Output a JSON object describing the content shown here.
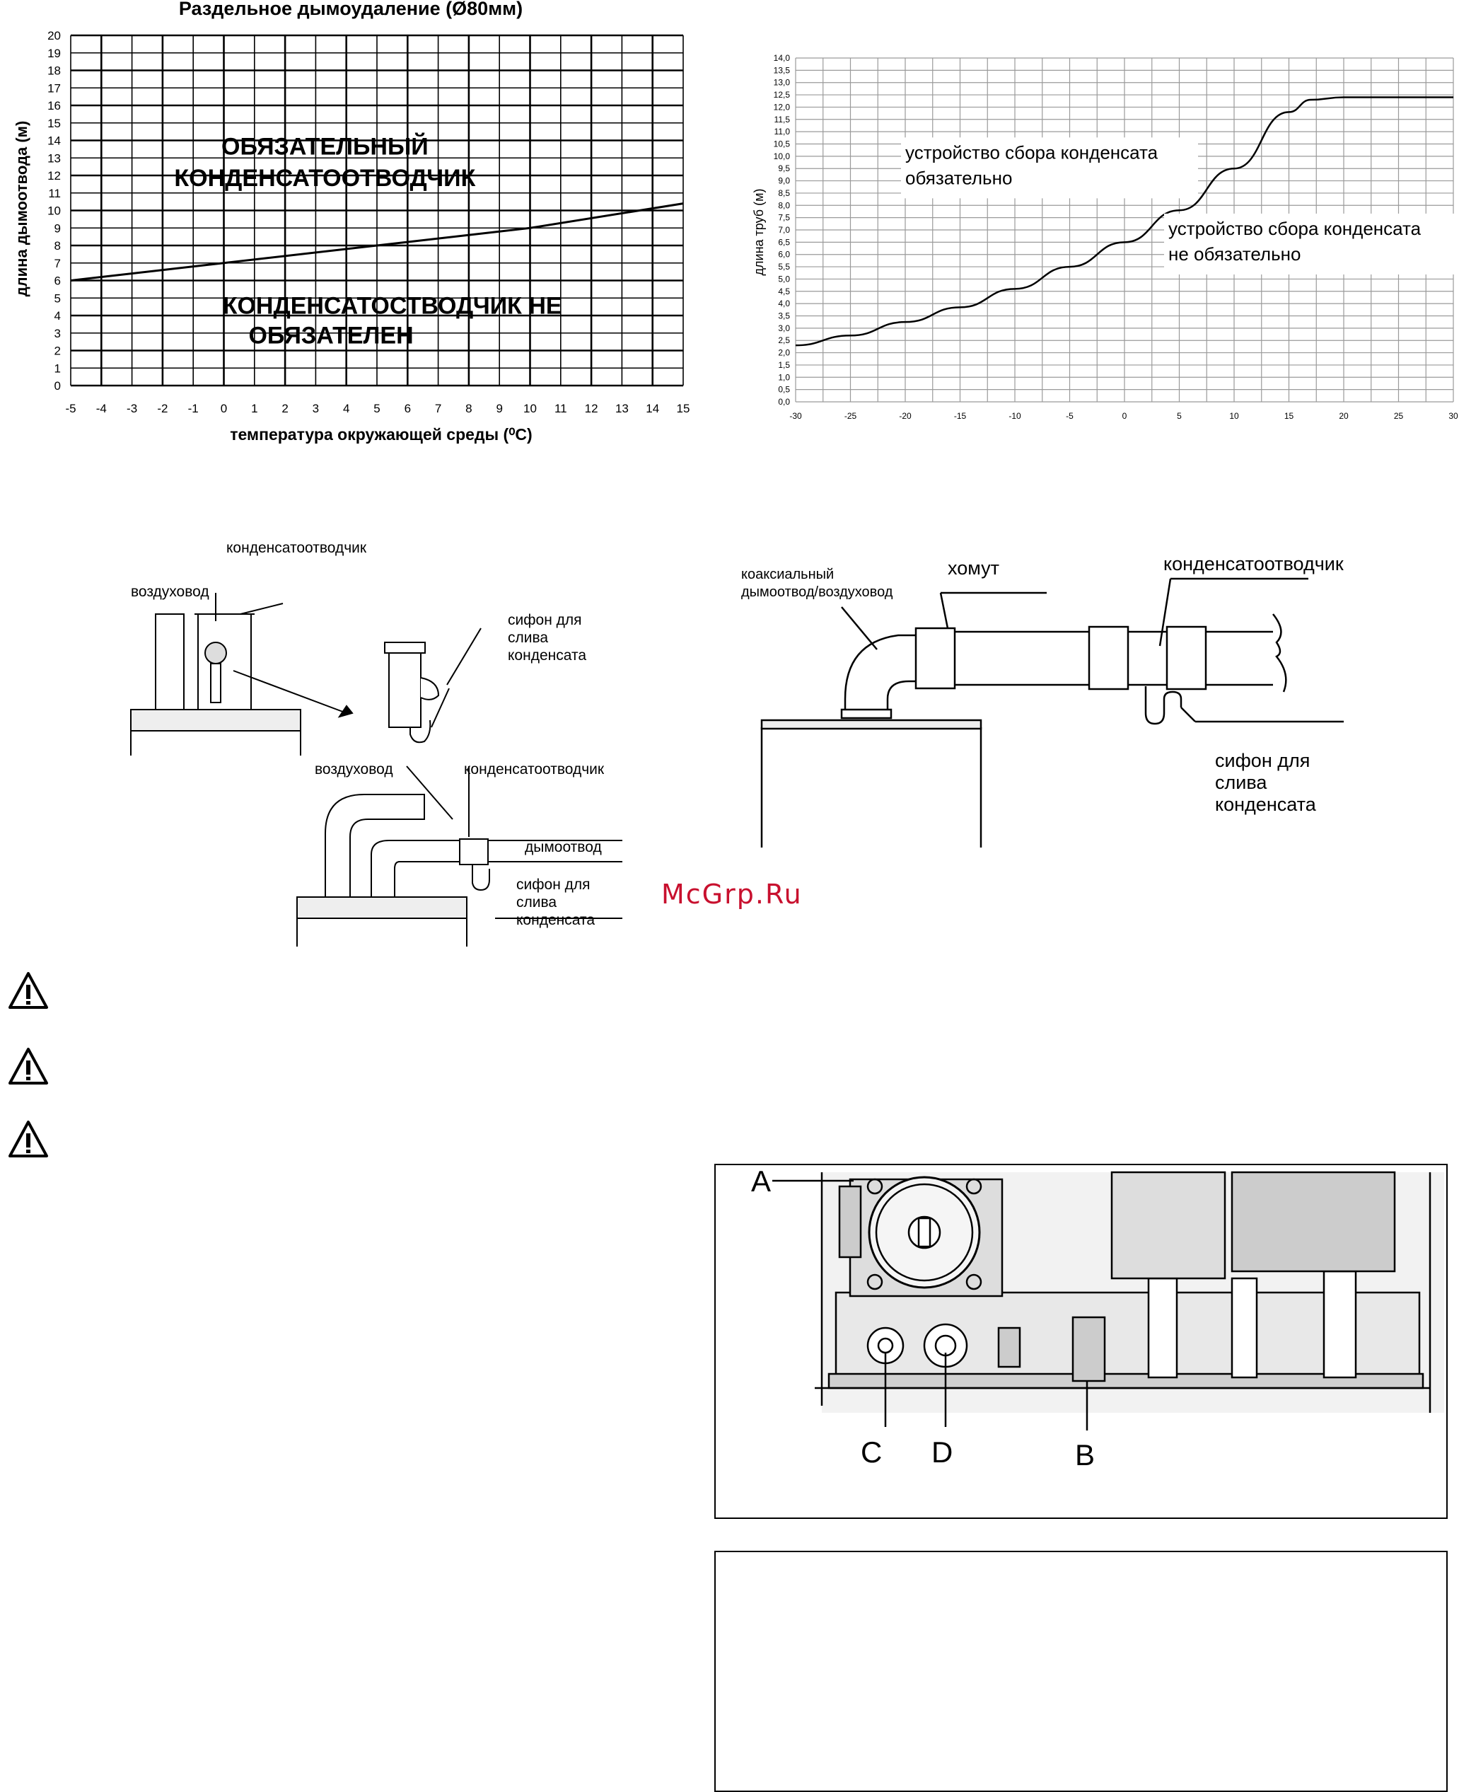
{
  "chart_data": [
    {
      "type": "line",
      "title": "Раздельное дымоудаление (Ø80мм)",
      "xlabel": "температура окружающей среды (⁰С)",
      "ylabel": "длина дымоотвода (м)",
      "x_ticks": [
        "-5",
        "-4",
        "-3",
        "-2",
        "-1",
        "0",
        "1",
        "2",
        "3",
        "4",
        "5",
        "6",
        "7",
        "8",
        "9",
        "10",
        "11",
        "12",
        "13",
        "14",
        "15"
      ],
      "y_ticks": [
        "0",
        "1",
        "2",
        "3",
        "4",
        "5",
        "6",
        "7",
        "8",
        "9",
        "10",
        "11",
        "12",
        "13",
        "14",
        "15",
        "16",
        "17",
        "18",
        "19",
        "20"
      ],
      "xlim": [
        -5,
        15
      ],
      "ylim": [
        0,
        20
      ],
      "grid": true,
      "series": [
        {
          "x": [
            -5,
            0,
            5,
            10,
            15
          ],
          "y": [
            6.0,
            7.0,
            8.0,
            9.0,
            10.4
          ]
        }
      ],
      "annotations": [
        {
          "text": "ОБЯЗАТЕЛЬНЫЙ",
          "x": 3.3,
          "y": 13.2
        },
        {
          "text": "КОНДЕНСАТООТВОДЧИК",
          "x": 3.3,
          "y": 11.4
        },
        {
          "text": "КОНДЕНСАТОСТВОДЧИК НЕ",
          "x": 5.5,
          "y": 4.1
        },
        {
          "text": "ОБЯЗАТЕЛЕН",
          "x": 3.5,
          "y": 2.4
        }
      ]
    },
    {
      "type": "line",
      "ylabel": "длина труб (м)",
      "x_ticks": [
        "-30",
        "-25",
        "-20",
        "-15",
        "-10",
        "-5",
        "0",
        "5",
        "10",
        "15",
        "20",
        "25",
        "30"
      ],
      "y_ticks": [
        "0,0",
        "0,5",
        "1,0",
        "1,5",
        "2,0",
        "2,5",
        "3,0",
        "3,5",
        "4,0",
        "4,5",
        "5,0",
        "5,5",
        "6,0",
        "6,5",
        "7,0",
        "7,5",
        "8,0",
        "8,5",
        "9,0",
        "9,5",
        "10,0",
        "10,5",
        "11,0",
        "11,5",
        "12,0",
        "12,5",
        "13,0",
        "13,5",
        "14,0"
      ],
      "xlim": [
        -30,
        30
      ],
      "ylim": [
        0,
        14
      ],
      "grid": true,
      "series": [
        {
          "x": [
            -30,
            -25,
            -20,
            -15,
            -10,
            -5,
            0,
            5,
            10,
            15,
            17,
            20,
            25,
            30
          ],
          "y": [
            2.3,
            2.7,
            3.25,
            3.85,
            4.6,
            5.5,
            6.5,
            7.8,
            9.5,
            11.8,
            12.3,
            12.4,
            12.4,
            12.4
          ]
        }
      ],
      "annotations": [
        {
          "text": "устройство сбора конденсата\nобязательно",
          "x": -20,
          "y": 9.9
        },
        {
          "text": "устройство сбора конденсата\nне обязательно",
          "x": 4,
          "y": 6.8
        }
      ]
    }
  ],
  "diagram_left": {
    "labels": {
      "condensate_trap": "конденсатоотводчик",
      "air_duct": "воздуховод",
      "siphon": "сифон для\nслива\nконденсата",
      "air_duct_2": "воздуховод",
      "condensate_trap_2": "конденсатоотводчик",
      "flue": "дымоотвод",
      "siphon_2": "сифон для\nслива\nконденсата"
    }
  },
  "diagram_right": {
    "labels": {
      "coaxial": "коаксиальный\nдымоотвод/воздуховод",
      "clamp": "хомут",
      "condensate_trap": "конденсатоотводчик",
      "siphon": "сифон для\nслива\nконденсата"
    }
  },
  "watermark": "McGrp.Ru",
  "boiler_figure": {
    "labels": {
      "a": "A",
      "b": "B",
      "c": "C",
      "d": "D"
    }
  }
}
